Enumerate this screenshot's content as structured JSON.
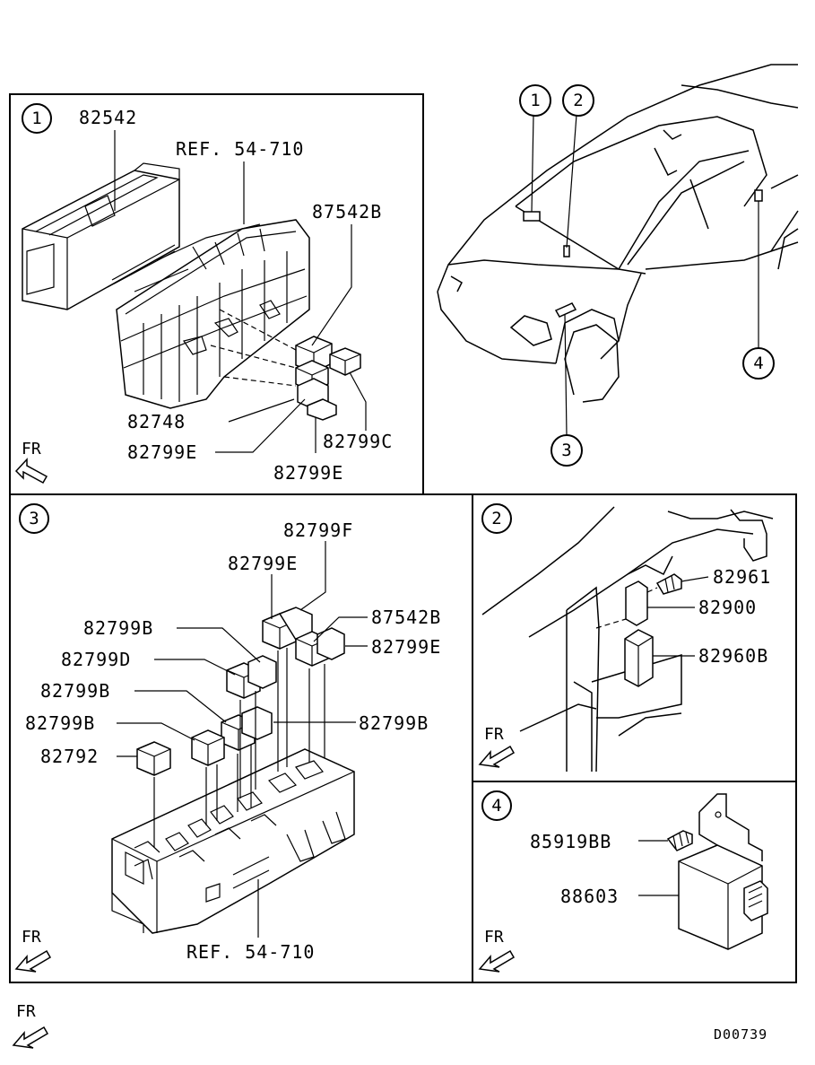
{
  "panel1": {
    "callout": "1",
    "labels": {
      "a": "82542",
      "b": "REF. 54-710",
      "c": "87542B",
      "d": "82748",
      "e": "82799E",
      "f": "82799C",
      "g": "82799E"
    },
    "fr": "FR"
  },
  "overview": {
    "callouts": [
      "1",
      "2",
      "3",
      "4"
    ]
  },
  "panel3": {
    "callout": "3",
    "labels": {
      "a": "82799F",
      "b": "82799E",
      "c": "87542B",
      "d": "82799B",
      "e": "82799E",
      "f": "82799D",
      "g": "82799B",
      "h": "82799B",
      "i": "82799B",
      "j": "82792",
      "k": "REF. 54-710"
    },
    "fr": "FR"
  },
  "panel2": {
    "callout": "2",
    "labels": {
      "a": "82961",
      "b": "82900",
      "c": "82960B"
    },
    "fr": "FR"
  },
  "panel4": {
    "callout": "4",
    "labels": {
      "a": "85919BB",
      "b": "88603"
    },
    "fr": "FR"
  },
  "footer": {
    "fr": "FR",
    "code": "D00739"
  }
}
